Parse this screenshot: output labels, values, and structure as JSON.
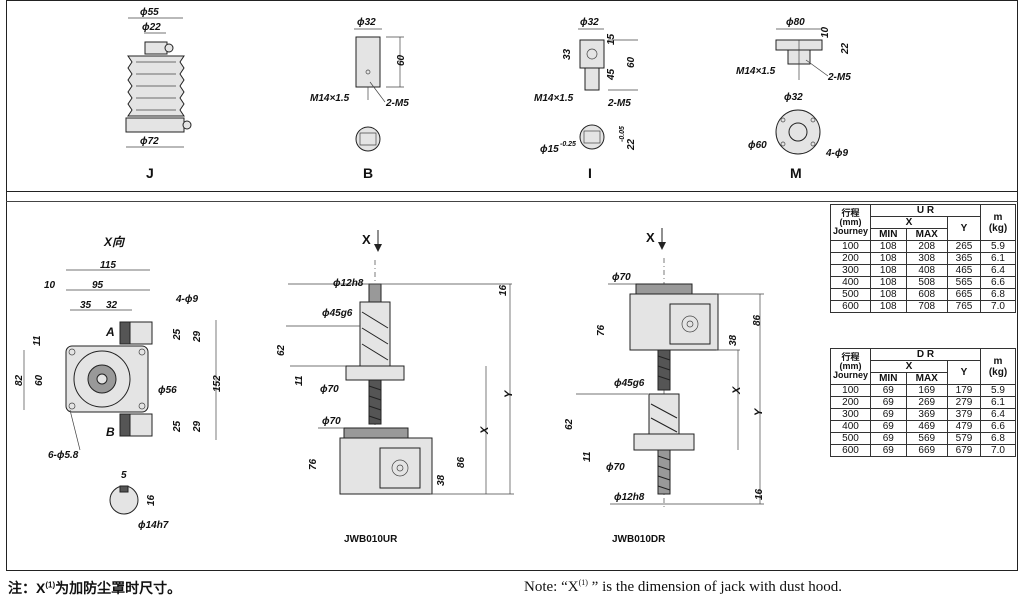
{
  "top_views": {
    "J": {
      "label": "J",
      "d1": "ϕ55",
      "d2": "ϕ22",
      "d3": "ϕ72"
    },
    "B": {
      "label": "B",
      "d1": "ϕ32",
      "h": "60",
      "thread": "M14×1.5",
      "holes": "2-M5"
    },
    "I": {
      "label": "I",
      "d1": "ϕ32",
      "a": "33",
      "b": "15",
      "c": "45",
      "h": "60",
      "thread": "M14×1.5",
      "holes": "2-M5",
      "shaft": "ϕ15",
      "shaft_tol": "-0.25",
      "key": "22",
      "key_tol": "-0.05"
    },
    "M": {
      "label": "M",
      "d1": "ϕ80",
      "a": "10",
      "b": "22",
      "thread": "M14×1.5",
      "holes": "2-M5",
      "d2": "ϕ32",
      "d3": "ϕ60",
      "bolt": "4-ϕ9"
    }
  },
  "plan_view": {
    "title": "X向",
    "dims": {
      "w115": "115",
      "w95": "95",
      "w10": "10",
      "w35": "35",
      "w32": "32",
      "bolt": "4-ϕ9",
      "h11": "11",
      "h82": "82",
      "h60": "60",
      "d56": "ϕ56",
      "h25a": "25",
      "h29a": "29",
      "h152": "152",
      "h25b": "25",
      "h29b": "29",
      "side_a": "A",
      "side_b": "B",
      "holes": "6-ϕ5.8"
    },
    "shaft": {
      "k5": "5",
      "k16": "16",
      "d": "ϕ14h7"
    }
  },
  "ur_view": {
    "name": "JWB010UR",
    "x": "X",
    "dims": {
      "d12": "ϕ12h8",
      "d45": "ϕ45g6",
      "d70a": "ϕ70",
      "d70b": "ϕ70",
      "h16": "16",
      "h62": "62",
      "h11": "11",
      "h76": "76",
      "h38": "38",
      "h86": "86",
      "X": "X",
      "Y": "Y"
    }
  },
  "dr_view": {
    "name": "JWB010DR",
    "x": "X",
    "dims": {
      "d70": "ϕ70",
      "d45": "ϕ45g6",
      "d70b": "ϕ70",
      "d12": "ϕ12h8",
      "h76": "76",
      "h86": "86",
      "h38": "38",
      "h62": "62",
      "h11": "11",
      "h16": "16",
      "X": "X",
      "Y": "Y"
    }
  },
  "tables": [
    {
      "title": "U R",
      "head": {
        "stroke": "行程",
        "unit": "(mm)",
        "journey": "Journey",
        "x": "X",
        "min": "MIN",
        "max": "MAX",
        "y": "Y",
        "m": "m",
        "kg": "(kg)"
      },
      "rows": [
        [
          "100",
          "108",
          "208",
          "265",
          "5.9"
        ],
        [
          "200",
          "108",
          "308",
          "365",
          "6.1"
        ],
        [
          "300",
          "108",
          "408",
          "465",
          "6.4"
        ],
        [
          "400",
          "108",
          "508",
          "565",
          "6.6"
        ],
        [
          "500",
          "108",
          "608",
          "665",
          "6.8"
        ],
        [
          "600",
          "108",
          "708",
          "765",
          "7.0"
        ]
      ]
    },
    {
      "title": "D R",
      "head": {
        "stroke": "行程",
        "unit": "(mm)",
        "journey": "Journey",
        "x": "X",
        "min": "MIN",
        "max": "MAX",
        "y": "Y",
        "m": "m",
        "kg": "(kg)"
      },
      "rows": [
        [
          "100",
          "69",
          "169",
          "179",
          "5.9"
        ],
        [
          "200",
          "69",
          "269",
          "279",
          "6.1"
        ],
        [
          "300",
          "69",
          "369",
          "379",
          "6.4"
        ],
        [
          "400",
          "69",
          "469",
          "479",
          "6.6"
        ],
        [
          "500",
          "69",
          "569",
          "579",
          "6.8"
        ],
        [
          "600",
          "69",
          "669",
          "679",
          "7.0"
        ]
      ]
    }
  ],
  "notes": {
    "cn_prefix": "注：X",
    "cn_sup": "(1)",
    "cn_suffix": "为加防尘罩时尺寸。",
    "en_prefix": "Note: “X",
    "en_sup": "(1)",
    "en_suffix": " ” is the dimension of jack with dust hood."
  }
}
